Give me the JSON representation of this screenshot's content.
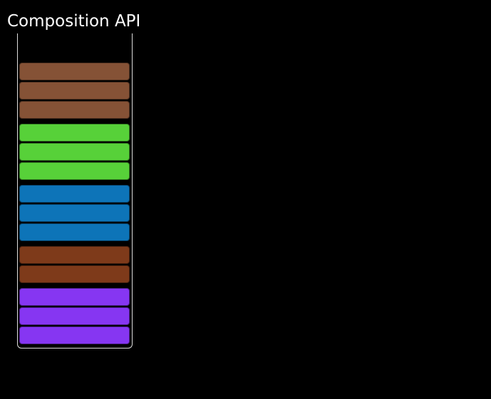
{
  "background_color": "#000000",
  "stack": {
    "label": "Composition API",
    "title_color": "#ffffff",
    "tube_border_color": "#dcdcdc",
    "groups": [
      {
        "color_name": "brown",
        "hex": "#855236",
        "count": 3
      },
      {
        "color_name": "green",
        "hex": "#57d139",
        "count": 3
      },
      {
        "color_name": "blue",
        "hex": "#0d74b8",
        "count": 3
      },
      {
        "color_name": "dark-red",
        "hex": "#7e3a1a",
        "count": 2
      },
      {
        "color_name": "purple",
        "hex": "#8636f2",
        "count": 3
      }
    ],
    "blocks_top_to_bottom": [
      "brown",
      "brown",
      "brown",
      "green",
      "green",
      "green",
      "blue",
      "blue",
      "blue",
      "dark-red",
      "dark-red",
      "purple",
      "purple",
      "purple"
    ],
    "block_count": 14
  }
}
